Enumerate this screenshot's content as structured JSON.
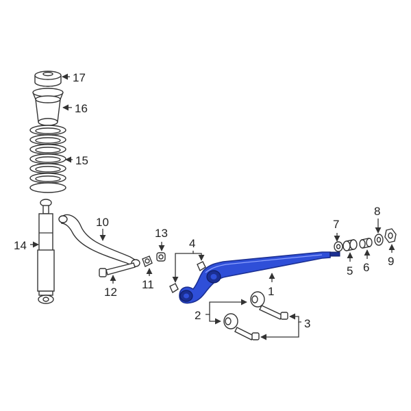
{
  "callouts": {
    "c1": "1",
    "c2": "2",
    "c3": "3",
    "c4": "4",
    "c5": "5",
    "c6": "6",
    "c7": "7",
    "c8": "8",
    "c9": "9",
    "c10": "10",
    "c11": "11",
    "c12": "12",
    "c13": "13",
    "c14": "14",
    "c15": "15",
    "c16": "16",
    "c17": "17"
  },
  "colors": {
    "highlight": "#2f4fd8",
    "line": "#333333",
    "background": "#ffffff"
  }
}
